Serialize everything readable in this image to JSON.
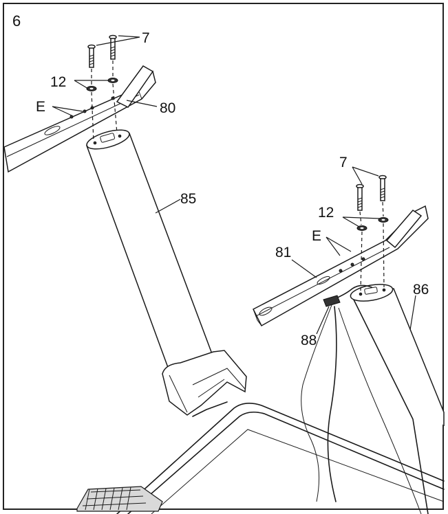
{
  "step_number": "6",
  "labels": {
    "bolt_left": "7",
    "washer_left": "12",
    "hole_left": "E",
    "bracket_left": "80",
    "upright_left": "85",
    "bolt_right": "7",
    "washer_right": "12",
    "hole_right": "E",
    "bracket_right": "81",
    "upright_right": "86",
    "wire": "88"
  }
}
